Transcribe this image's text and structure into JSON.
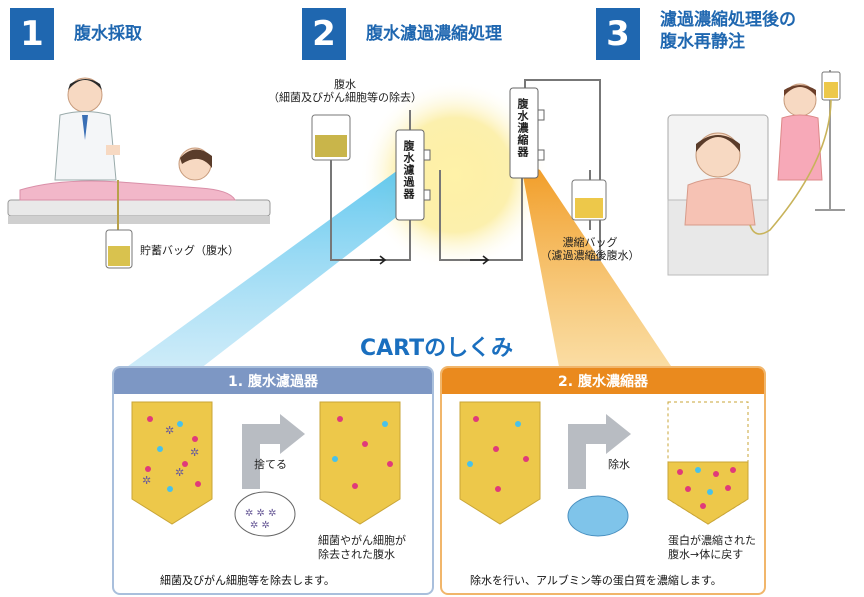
{
  "steps": [
    {
      "number": "1",
      "title": "腹水採取"
    },
    {
      "number": "2",
      "title": "腹水濾過濃縮処理"
    },
    {
      "number": "3",
      "title_line1": "濾過濃縮処理後の",
      "title_line2": "腹水再静注"
    }
  ],
  "step1": {
    "bag_label": "貯蓄バッグ（腹水）"
  },
  "step2": {
    "ascites_line1": "腹水",
    "ascites_line2": "（細菌及びがん細胞等の除去）",
    "filter_label": "腹水濾過器",
    "concentrator_label": "腹水濃縮器",
    "conc_bag_line1": "濃縮バッグ",
    "conc_bag_line2": "（濾過濃縮後腹水）"
  },
  "cart_title": "CARTのしくみ",
  "panel1": {
    "header": "1. 腹水濾過器",
    "action": "捨てる",
    "result_line1": "細菌やがん細胞が",
    "result_line2": "除去された腹水",
    "caption": "細菌及びがん細胞等を除去します。"
  },
  "panel2": {
    "header": "2. 腹水濃縮器",
    "action": "除水",
    "result_line1": "蛋白が濃縮された",
    "result_line2": "腹水→体に戻す",
    "caption": "除水を行い、アルブミン等の蛋白質を濃縮します。"
  },
  "colors": {
    "blue": "#1f67b0",
    "panel1_header": "#7d97c4",
    "panel2_header": "#ea8a1e",
    "fluid": "#edc84a"
  }
}
